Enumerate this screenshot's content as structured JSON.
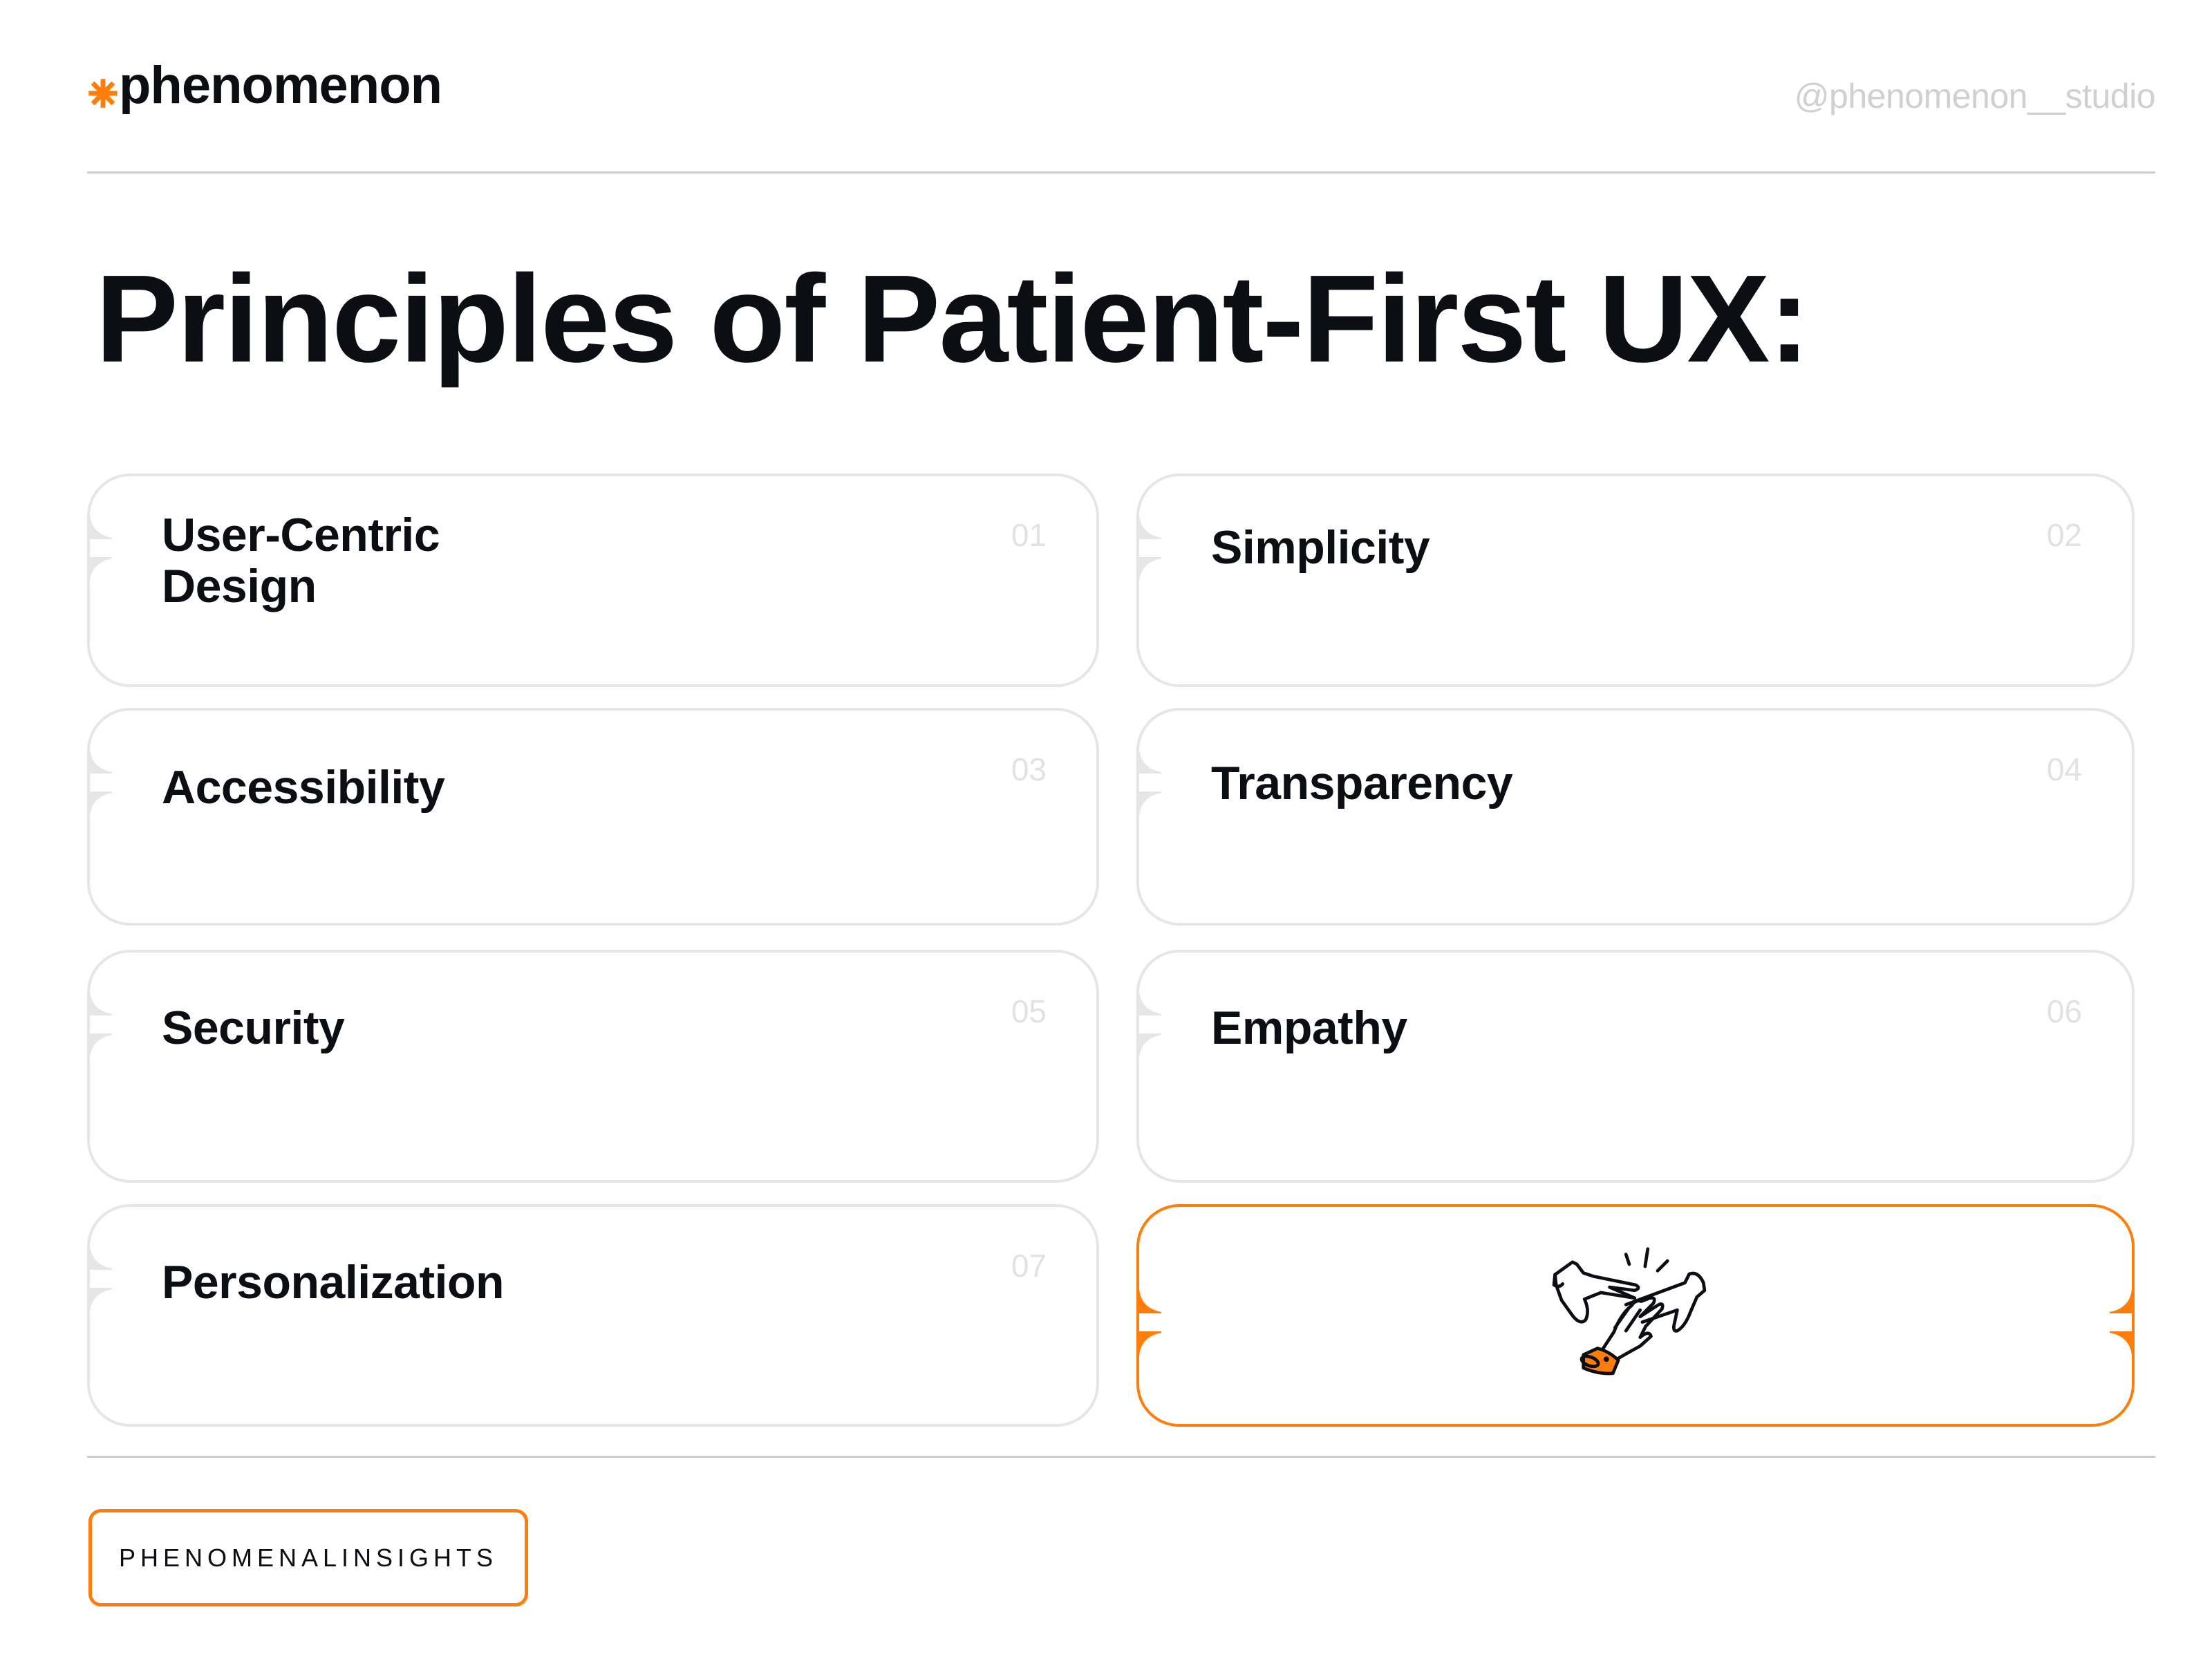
{
  "header": {
    "brand": "phenomenon",
    "brand_icon": "asterisk-icon",
    "handle": "@phenomenon__studio"
  },
  "title": "Principles of Patient-First UX:",
  "principles": [
    {
      "number": "01",
      "label": "User-Centric Design",
      "line1": "User-Centric",
      "line2": "Design"
    },
    {
      "number": "02",
      "label": "Simplicity"
    },
    {
      "number": "03",
      "label": "Accessibility"
    },
    {
      "number": "04",
      "label": "Transparency"
    },
    {
      "number": "05",
      "label": "Security"
    },
    {
      "number": "06",
      "label": "Empathy"
    },
    {
      "number": "07",
      "label": "Personalization"
    }
  ],
  "illustration": {
    "icon": "stacked-hands-teamwork-icon"
  },
  "footer": {
    "badge": "PHENOMENALINSIGHTS"
  },
  "colors": {
    "accent": "#ff7d0a",
    "text": "#0b0e12",
    "muted": "#d0d0d0",
    "card_border": "#e6e6e6",
    "card_number": "#e2e2e2",
    "divider": "#cdcdcd",
    "background": "#ffffff"
  }
}
